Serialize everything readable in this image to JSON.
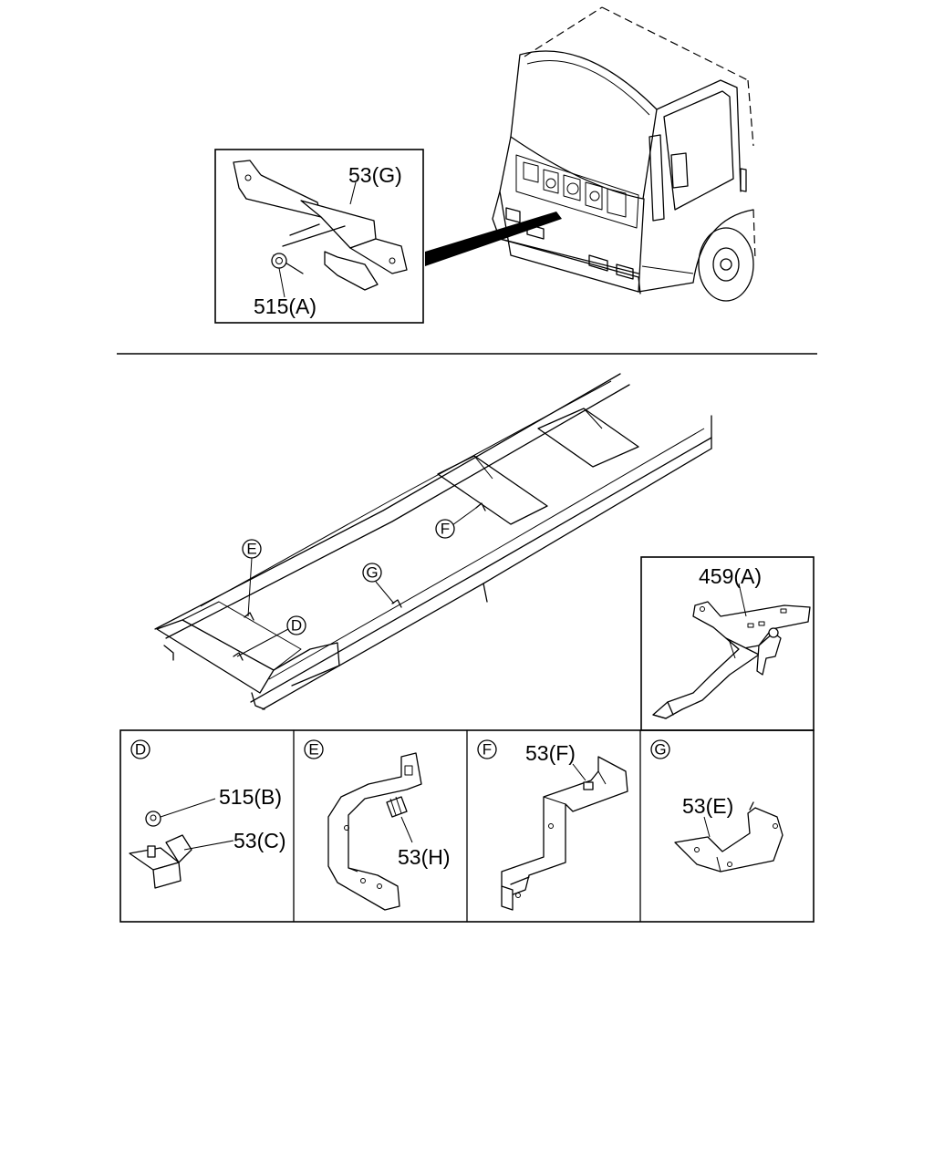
{
  "callouts": {
    "inset_top_bracket": "53(G)",
    "inset_top_nut": "515(A)",
    "detail_459a": "459(A)",
    "panel_d_nut": "515(B)",
    "panel_d_stud": "53(C)",
    "panel_e_stud": "53(H)",
    "panel_f_bracket": "53(F)",
    "panel_g_bracket": "53(E)"
  },
  "frame_markers": {
    "d": "D",
    "e": "E",
    "f": "F",
    "g": "G"
  },
  "panel_tags": {
    "d": "D",
    "e": "E",
    "f": "F",
    "g": "G"
  }
}
